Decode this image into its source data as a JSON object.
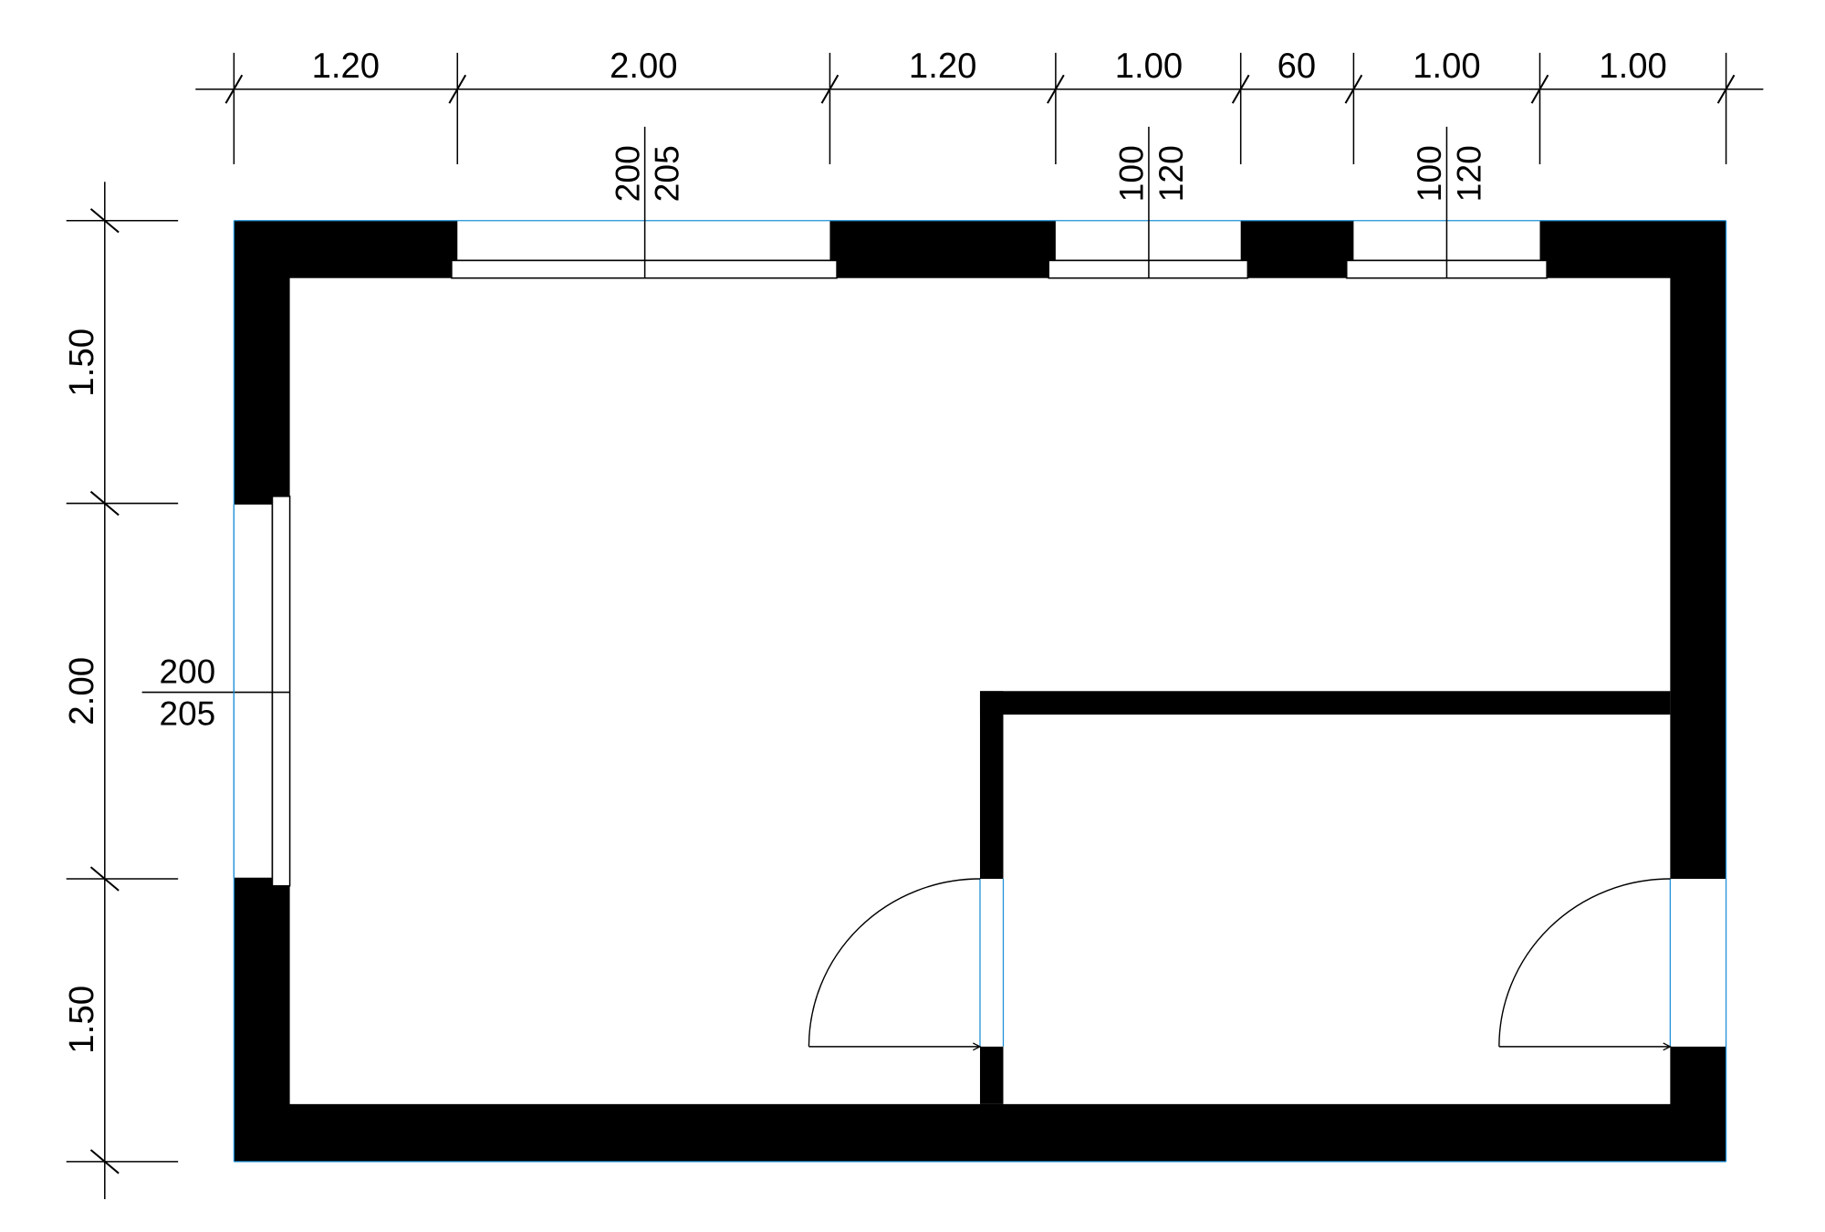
{
  "drawing": {
    "type": "floor-plan",
    "colors": {
      "wall": "#000000",
      "background": "#ffffff",
      "outline": "#1e90d6",
      "line": "#000000"
    },
    "top_dimensions": [
      "1.20",
      "2.00",
      "1.20",
      "1.00",
      "60",
      "1.00",
      "1.00"
    ],
    "left_dimensions": [
      "1.50",
      "2.00",
      "1.50"
    ],
    "windows": [
      {
        "id": "top-window-1",
        "width_label": "200",
        "height_label": "205"
      },
      {
        "id": "top-window-2",
        "width_label": "100",
        "height_label": "120"
      },
      {
        "id": "top-window-3",
        "width_label": "100",
        "height_label": "120"
      },
      {
        "id": "left-window",
        "width_label": "200",
        "height_label": "205"
      }
    ],
    "doors": [
      {
        "id": "interior-door"
      },
      {
        "id": "exterior-door"
      }
    ]
  }
}
